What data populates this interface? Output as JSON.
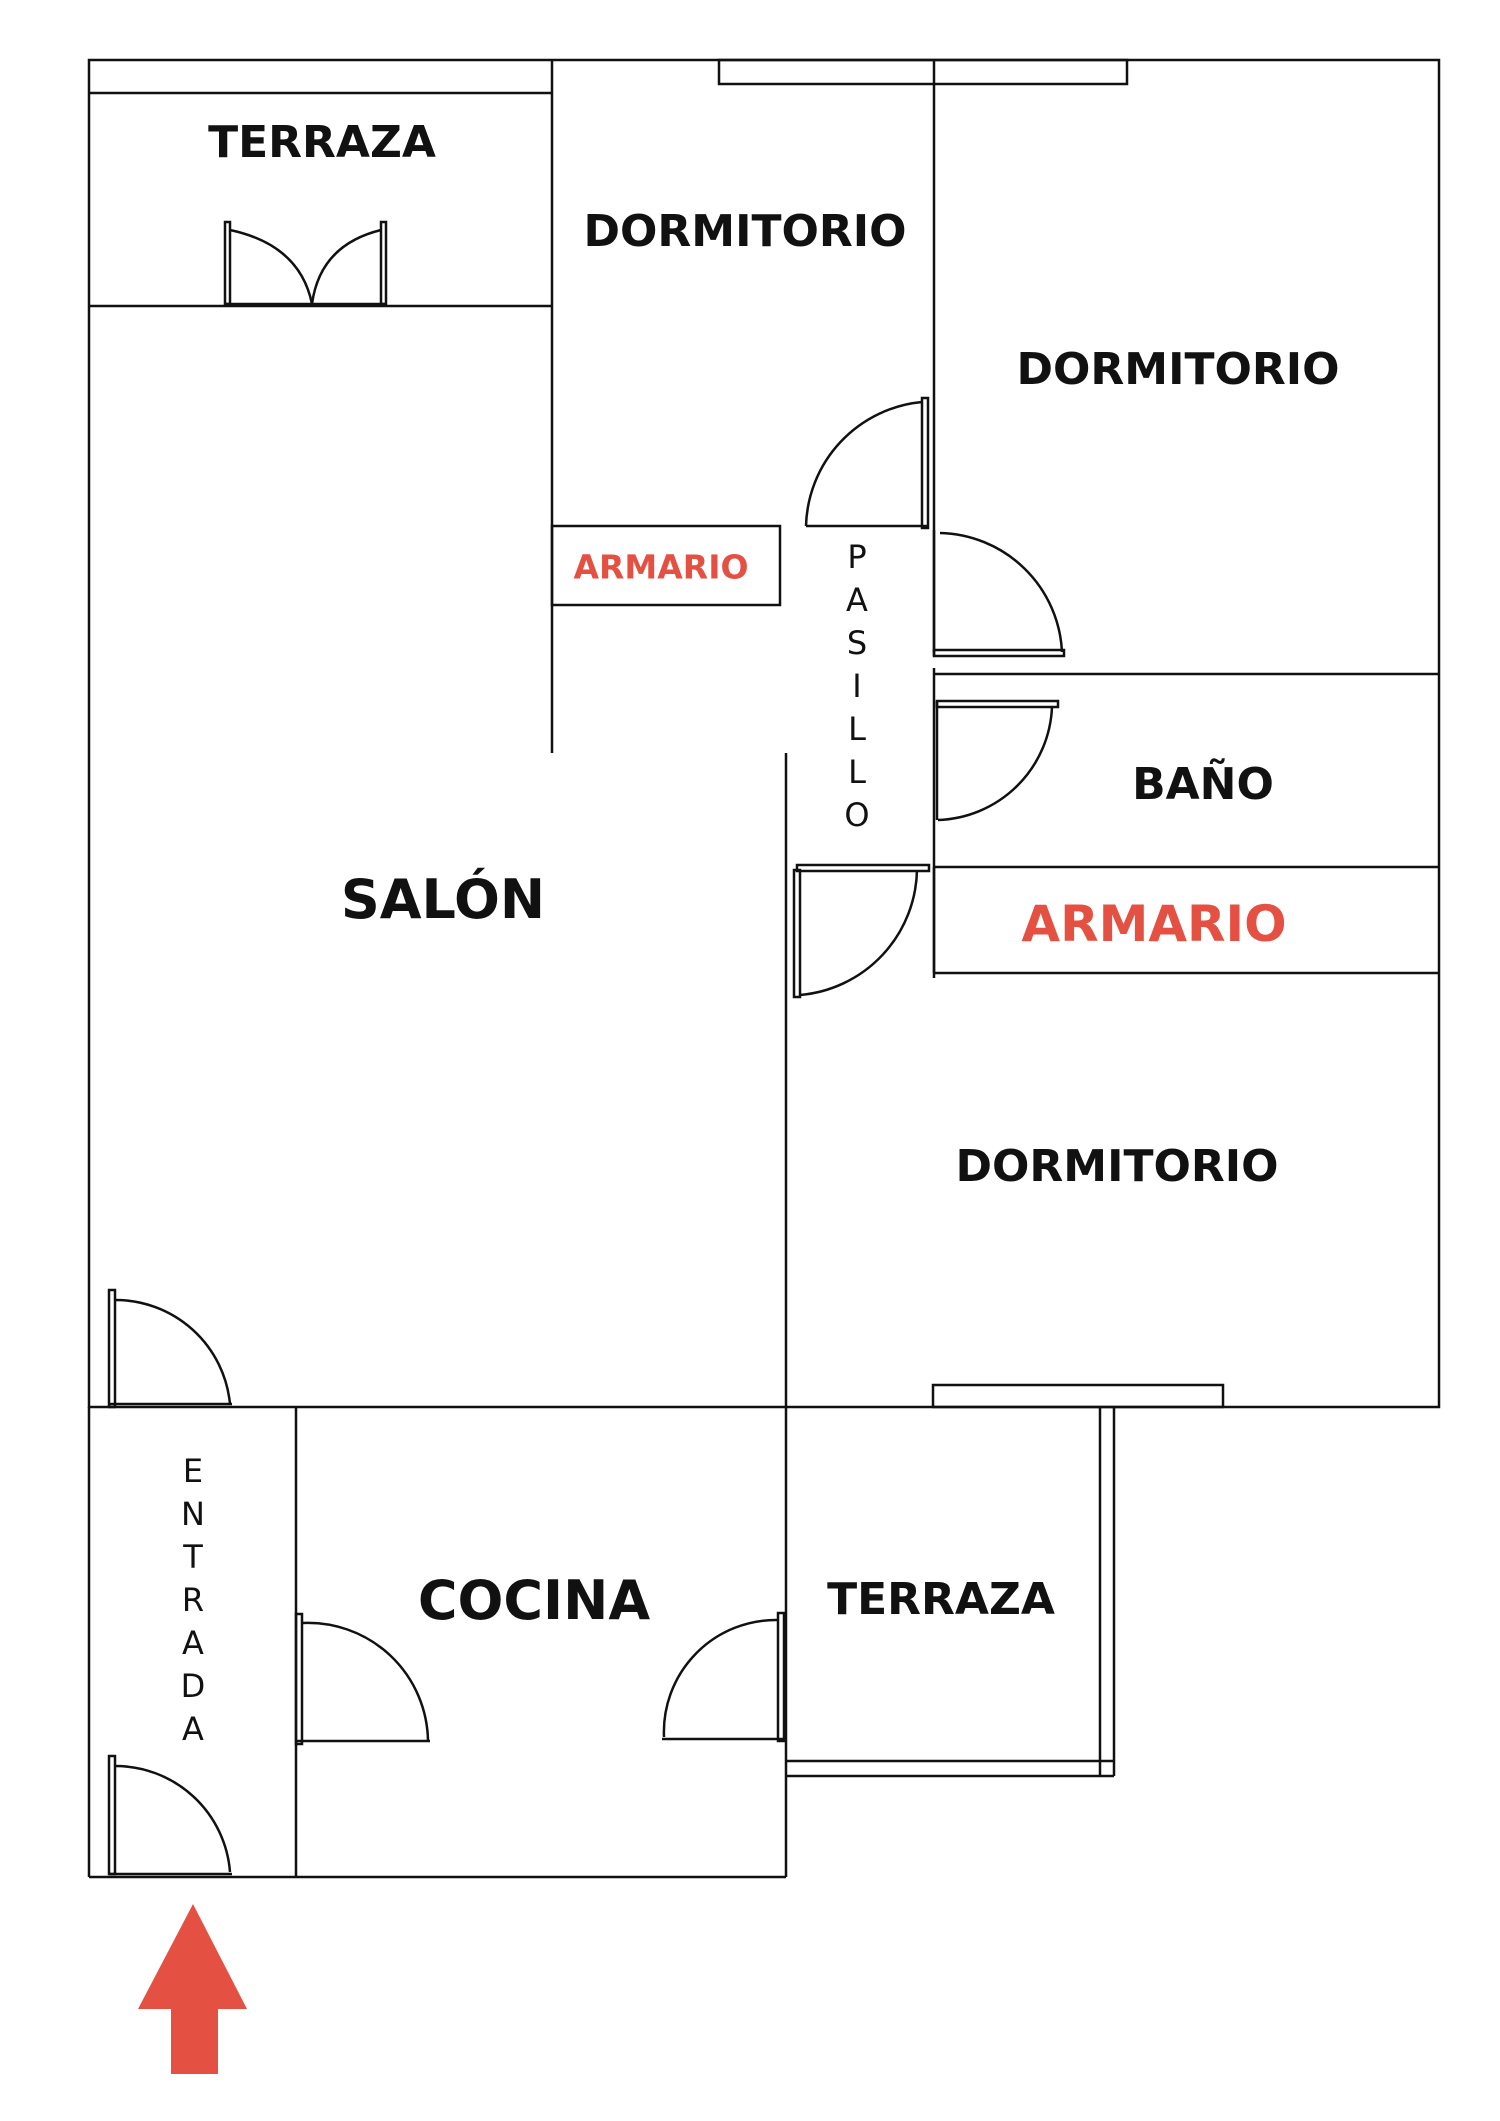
{
  "colors": {
    "wall": "#111111",
    "accent": "#e45143",
    "background": "#ffffff"
  },
  "rooms": {
    "terraza_top": "TERRAZA",
    "dormitorio_top": "DORMITORIO",
    "dormitorio_right": "DORMITORIO",
    "armario_small": "ARMARIO",
    "pasillo": "PASILLO",
    "bano": "BAÑO",
    "salon": "SALÓN",
    "armario_large": "ARMARIO",
    "dormitorio_bottom": "DORMITORIO",
    "entrada": "ENTRADA",
    "cocina": "COCINA",
    "terraza_bottom": "TERRAZA"
  },
  "icons": {
    "entry_arrow": "arrow-up-icon",
    "door": "door-swing-icon"
  }
}
